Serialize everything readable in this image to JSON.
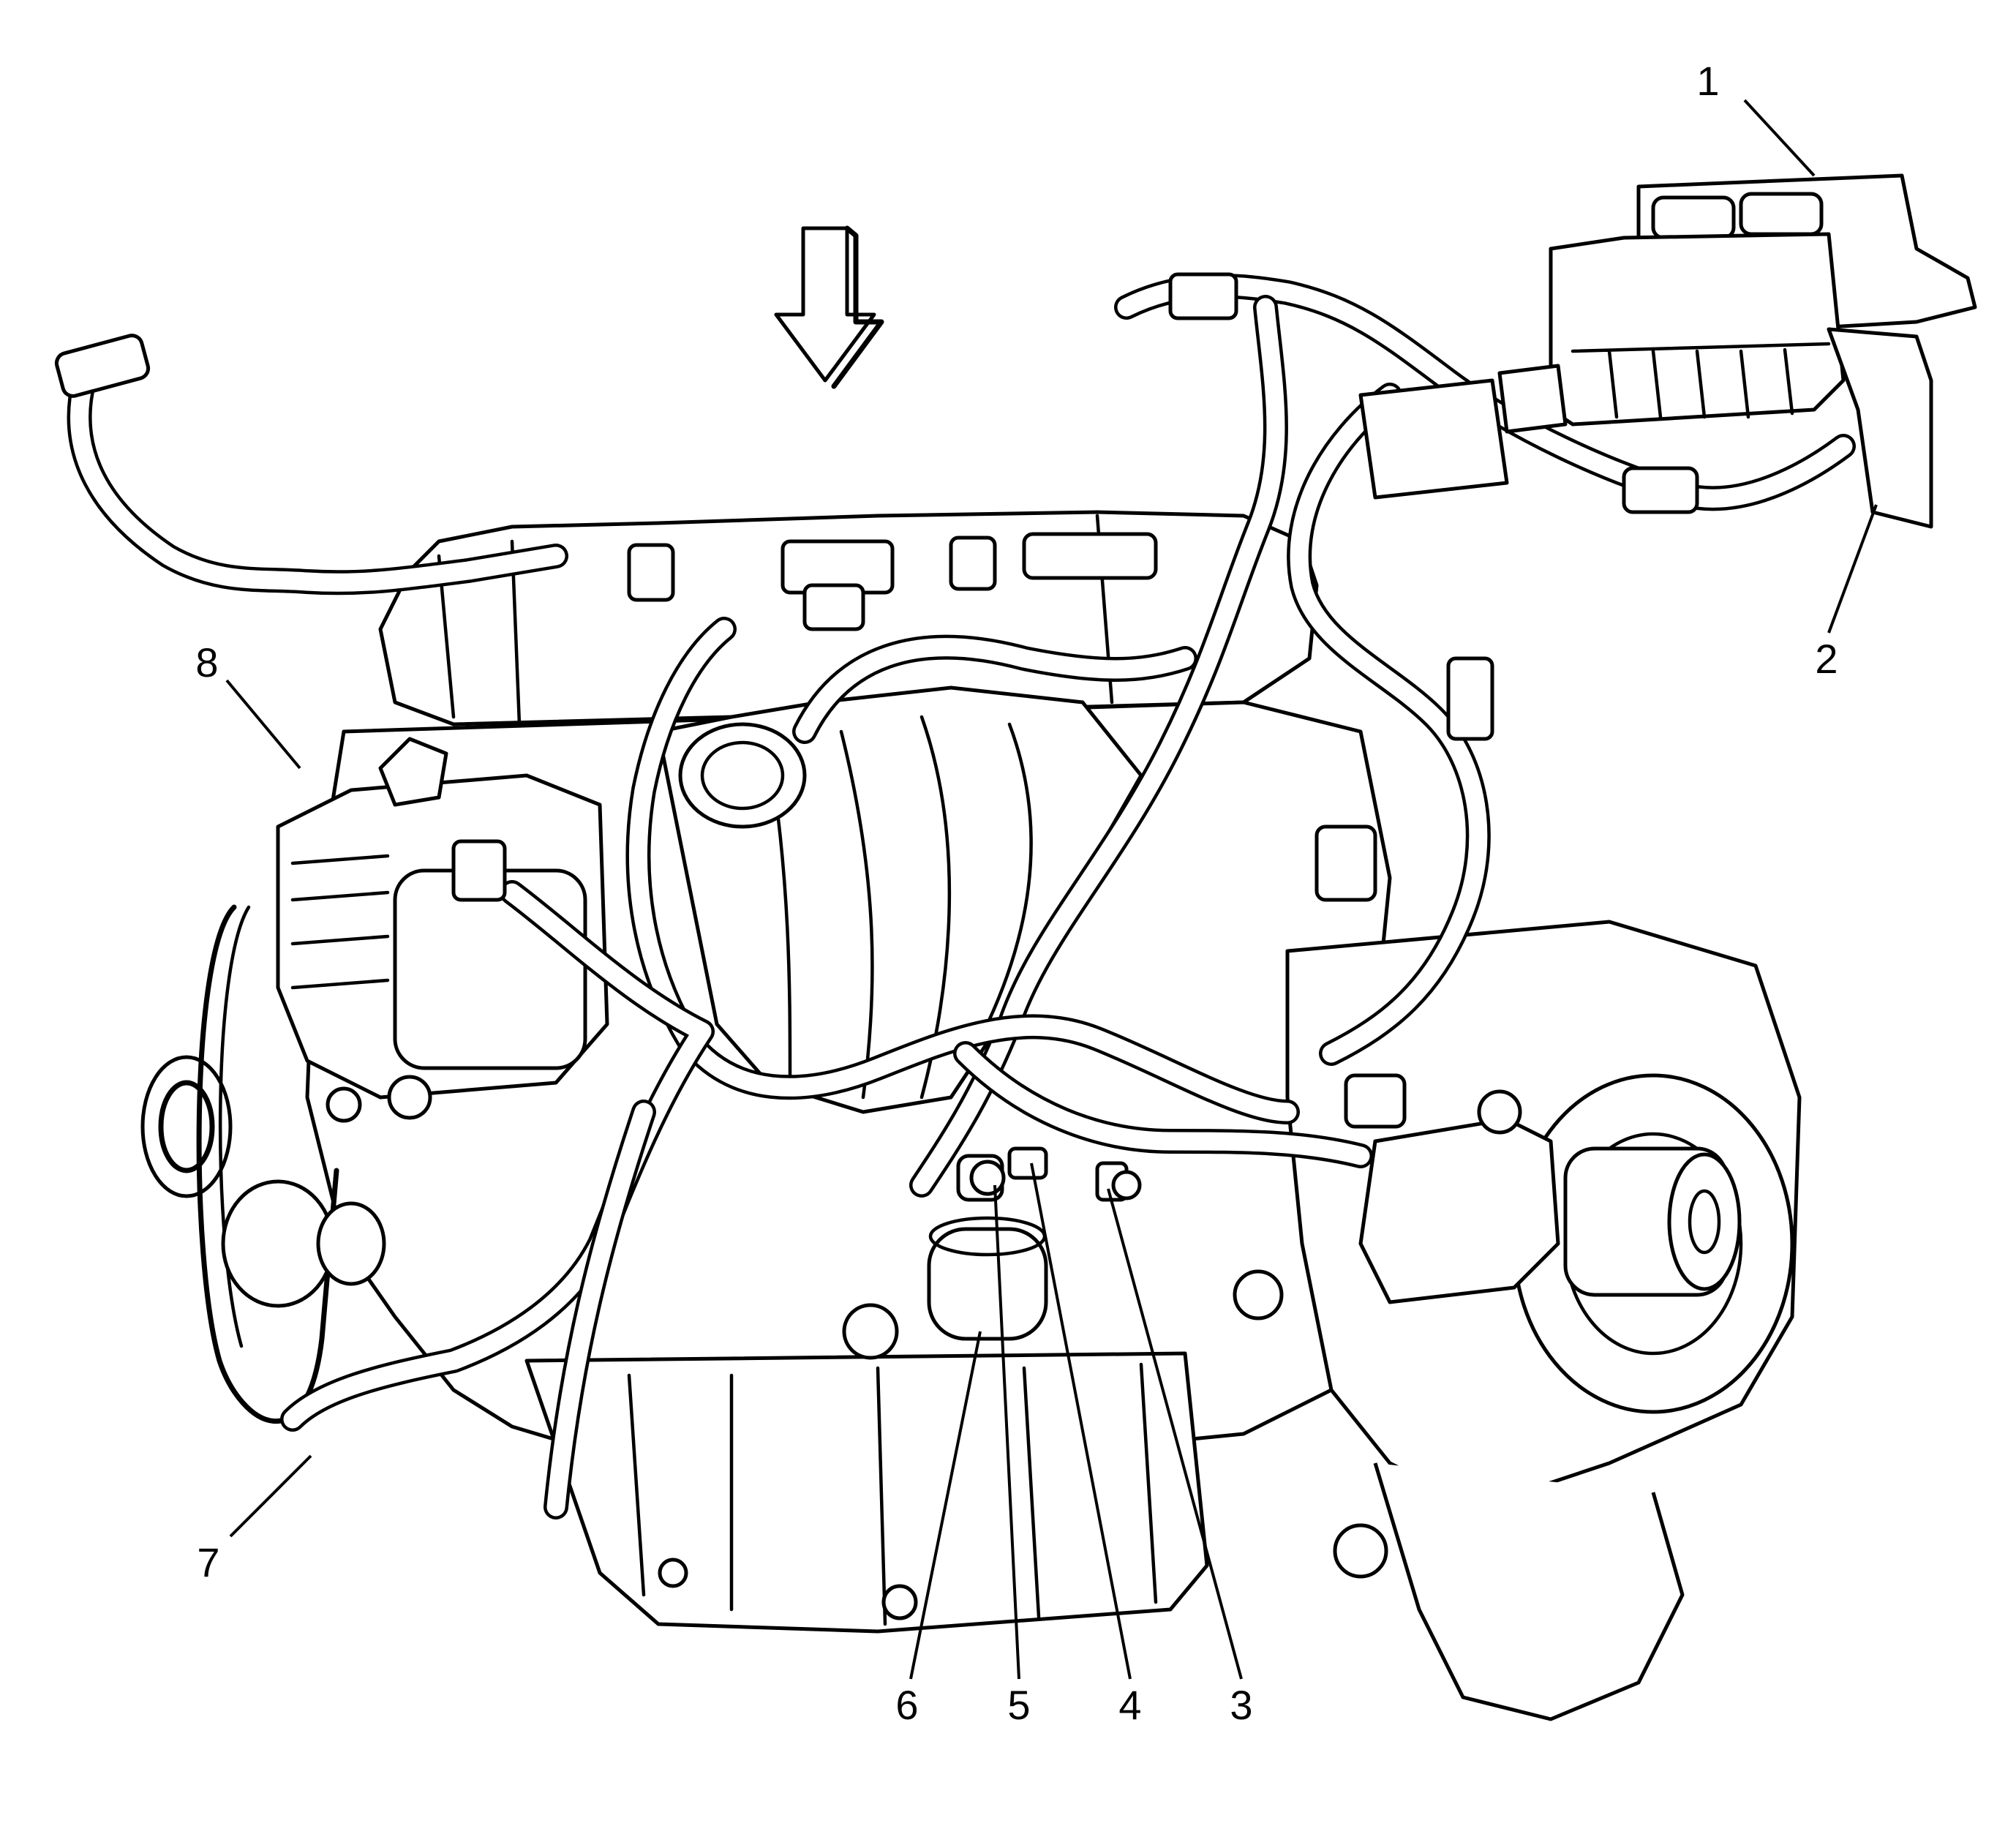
{
  "callouts": [
    {
      "id": "1",
      "label": "1"
    },
    {
      "id": "2",
      "label": "2"
    },
    {
      "id": "3",
      "label": "3"
    },
    {
      "id": "4",
      "label": "4"
    },
    {
      "id": "5",
      "label": "5"
    },
    {
      "id": "6",
      "label": "6"
    },
    {
      "id": "7",
      "label": "7"
    },
    {
      "id": "8",
      "label": "8"
    }
  ],
  "icons": {
    "view_direction": "down-arrow-icon"
  },
  "colors": {
    "line": "#000000",
    "background": "#ffffff"
  }
}
